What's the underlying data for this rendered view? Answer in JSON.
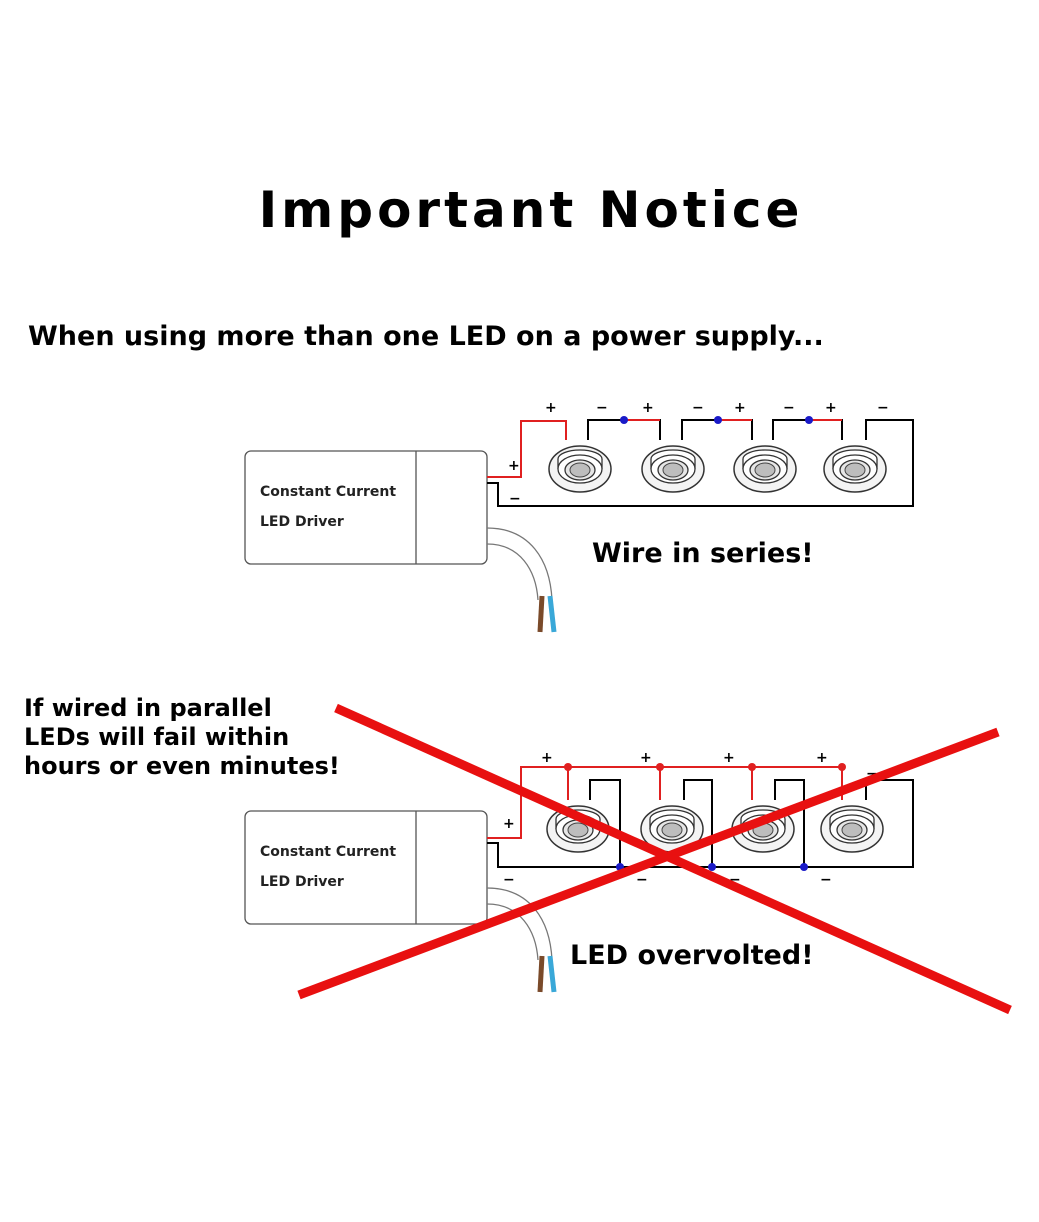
{
  "title": "Important Notice",
  "subtitle": "When using more than one LED on a power supply...",
  "series_diagram": {
    "driver_line1": "Constant Current",
    "driver_line2": "LED Driver",
    "caption": "Wire in series!",
    "plus": "+",
    "minus": "−"
  },
  "parallel_diagram": {
    "driver_line1": "Constant Current",
    "driver_line2": "LED Driver",
    "caption": "LED overvolted!",
    "plus": "+",
    "minus": "−"
  },
  "warning": {
    "lines": [
      "If wired in parallel",
      "LEDs will fail within",
      "hours or even minutes!"
    ]
  },
  "colors": {
    "positive_wire": "#e02020",
    "negative_wire": "#000000",
    "junction_series": "#1a1ac8",
    "junction_positive": "#e02020",
    "cross_out": "#e81010",
    "brown_wire": "#7a4a2a",
    "blue_wire": "#3aa8d8"
  }
}
